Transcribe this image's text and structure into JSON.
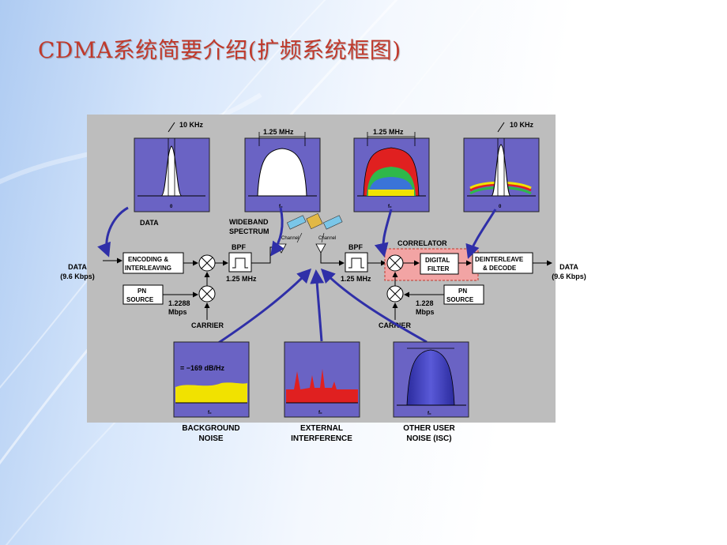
{
  "title": "CDMA系统简要介绍(扩频系统框图)",
  "colors": {
    "title": "#c0392b",
    "panel": "#bdbdbd",
    "spectrum_bg": "#6a63c4",
    "arrow": "#2f2fa8",
    "correlator": "#f2a4a4",
    "noise_yellow": "#f1e200",
    "interference_red": "#e02020"
  },
  "diagram": {
    "top_spectra": [
      {
        "label": "10 KHz",
        "axis": "0"
      },
      {
        "label": "1.25 MHz",
        "axis": "f₀"
      },
      {
        "label": "1.25 MHz",
        "axis": "f₀"
      },
      {
        "label": "10 KHz",
        "axis": "0"
      }
    ],
    "labels": {
      "data_top": "DATA",
      "wideband": "WIDEBAND",
      "spectrum": "SPECTRUM",
      "channel_left": "Channel",
      "channel_right": "Channel",
      "correlator": "CORRELATOR",
      "data_in": "DATA",
      "data_in_rate": "(9.6 Kbps)",
      "data_out": "DATA",
      "data_out_rate": "(9.6 Kbps)",
      "bpf_left": "BPF",
      "bpf_right": "BPF",
      "bpf_left_bw": "1.25 MHz",
      "bpf_right_bw": "1.25 MHz",
      "chip_rate_left_1": "1.2288",
      "chip_rate_left_2": "Mbps",
      "chip_rate_right_1": "1.228",
      "chip_rate_right_2": "Mbps",
      "carrier_left": "CARRIER",
      "carrier_right": "CARRIER"
    },
    "blocks": {
      "encoding_1": "ENCODING &",
      "encoding_2": "INTERLEAVING",
      "pn_left_1": "PN",
      "pn_left_2": "SOURCE",
      "digital_filter_1": "DIGITAL",
      "digital_filter_2": "FILTER",
      "deinterleave_1": "DEINTERLEAVE",
      "deinterleave_2": "& DECODE",
      "pn_right_1": "PN",
      "pn_right_2": "SOURCE"
    },
    "bottom_spectra": [
      {
        "note": "= −169 dB/Hz",
        "axis": "f₀",
        "caption_1": "BACKGROUND",
        "caption_2": "NOISE"
      },
      {
        "note": "",
        "axis": "f₀",
        "caption_1": "EXTERNAL",
        "caption_2": "INTERFERENCE"
      },
      {
        "note": "",
        "axis": "f₀",
        "caption_1": "OTHER USER",
        "caption_2": "NOISE (ISC)"
      }
    ]
  }
}
